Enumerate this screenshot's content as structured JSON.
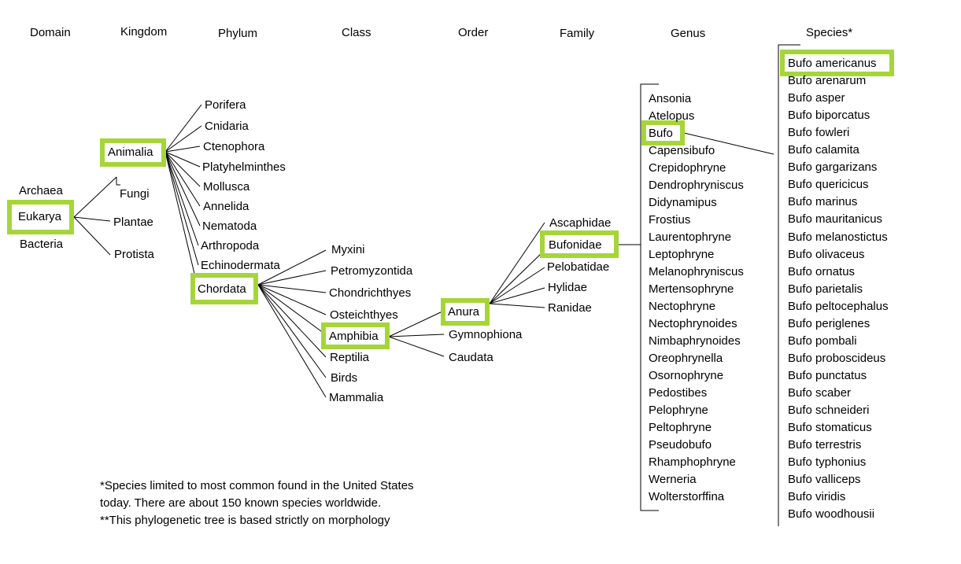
{
  "headers": {
    "domain": "Domain",
    "kingdom": "Kingdom",
    "phylum": "Phylum",
    "class": "Class",
    "order": "Order",
    "family": "Family",
    "genus": "Genus",
    "species": "Species*"
  },
  "domains": [
    "Archaea",
    "Eukarya",
    "Bacteria"
  ],
  "kingdoms": [
    "Animalia",
    "Fungi",
    "Plantae",
    "Protista"
  ],
  "phyla": [
    "Porifera",
    "Cnidaria",
    "Ctenophora",
    "Platyhelminthes",
    "Mollusca",
    "Annelida",
    "Nematoda",
    "Arthropoda",
    "Echinodermata",
    "Chordata"
  ],
  "classes": [
    "Myxini",
    "Petromyzontida",
    "Chondrichthyes",
    "Osteichthyes",
    "Amphibia",
    "Reptilia",
    "Birds",
    "Mammalia"
  ],
  "orders": [
    "Anura",
    "Gymnophiona",
    "Caudata"
  ],
  "families": [
    "Ascaphidae",
    "Bufonidae",
    "Pelobatidae",
    "Hylidae",
    "Ranidae"
  ],
  "genera": [
    "Ansonia",
    "Atelopus",
    "Bufo",
    "Capensibufo",
    "Crepidophryne",
    "Dendrophryniscus",
    "Didynamipus",
    "Frostius",
    "Laurentophryne",
    "Leptophryne",
    "Melanophryniscus",
    "Mertensophryne",
    "Nectophryne",
    "Nectophrynoides",
    "Nimbaphrynoides",
    "Oreophrynella",
    "Osornophryne",
    "Pedostibes",
    "Pelophryne",
    "Peltophryne",
    "Pseudobufo",
    "Rhamphophryne",
    "Werneria",
    "Wolterstorffina"
  ],
  "species": [
    "Bufo americanus",
    "Bufo arenarum",
    "Bufo asper",
    "Bufo biporcatus",
    "Bufo fowleri",
    "Bufo calamita",
    "Bufo gargarizans",
    "Bufo quericicus",
    "Bufo marinus",
    "Bufo mauritanicus",
    "Bufo melanostictus",
    "Bufo olivaceus",
    "Bufo ornatus",
    "Bufo parietalis",
    "Bufo peltocephalus",
    "Bufo periglenes",
    "Bufo pombali",
    "Bufo proboscideus",
    "Bufo punctatus",
    "Bufo scaber",
    "Bufo schneideri",
    "Bufo stomaticus",
    "Bufo terrestris",
    "Bufo typhonius",
    "Bufo valliceps",
    "Bufo viridis",
    "Bufo woodhousii"
  ],
  "highlight_color": "#a6d53a",
  "notes": [
    "*Species limited to most common found in the United States",
    "today.  There are about 150 known species worldwide.",
    "**This phylogenetic tree is based strictly on morphology"
  ]
}
